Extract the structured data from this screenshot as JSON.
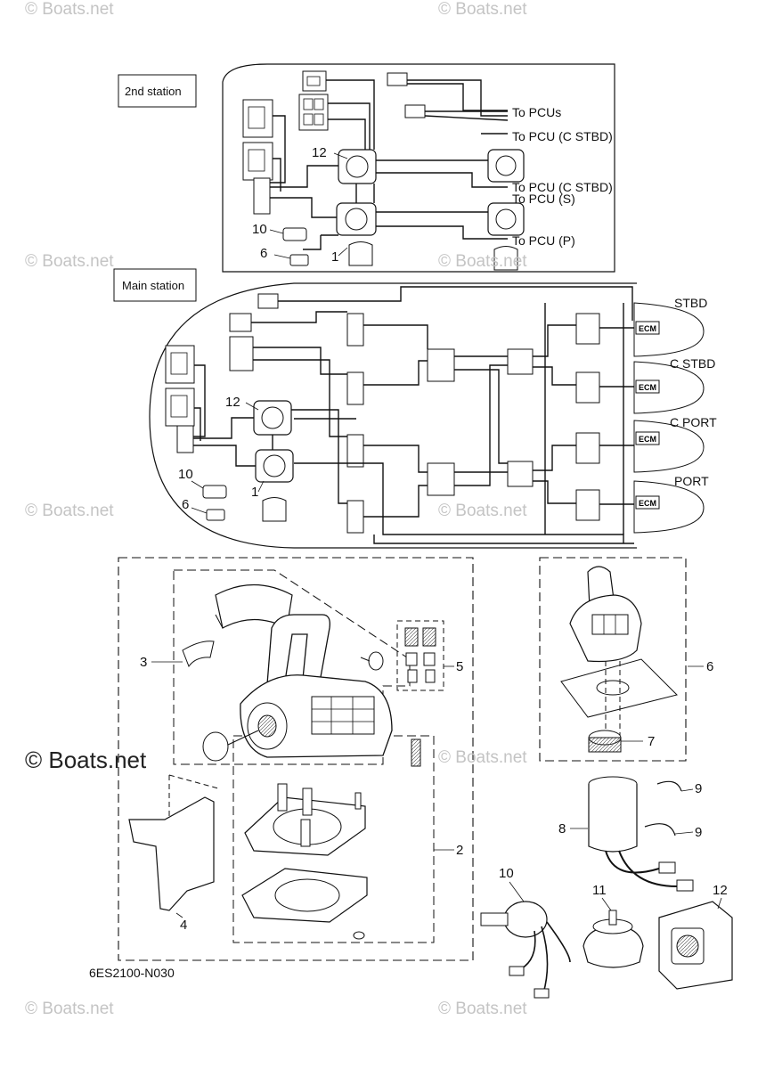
{
  "watermark": "© Boats.net",
  "watermark_main": "© Boats.net",
  "stations": {
    "second": "2nd station",
    "main": "Main station"
  },
  "pcu_labels": [
    "To PCUs",
    "To PCU (C STBD)",
    "To PCU (C STBD)",
    "To PCU (S)",
    "To PCU (P)"
  ],
  "engine_labels": [
    "STBD",
    "C STBD",
    "C PORT",
    "PORT"
  ],
  "ecm_label": "ECM",
  "part_numbers": {
    "p1": "1",
    "p2": "2",
    "p3": "3",
    "p4": "4",
    "p5": "5",
    "p6": "6",
    "p7": "7",
    "p8": "8",
    "p9": "9",
    "p10": "10",
    "p11": "11",
    "p12": "12"
  },
  "diagram_code": "6ES2100-N030",
  "colors": {
    "line": "#111111",
    "watermark": "#c4c4c4",
    "fill": "#ffffff",
    "shade": "#8a8a8a"
  }
}
